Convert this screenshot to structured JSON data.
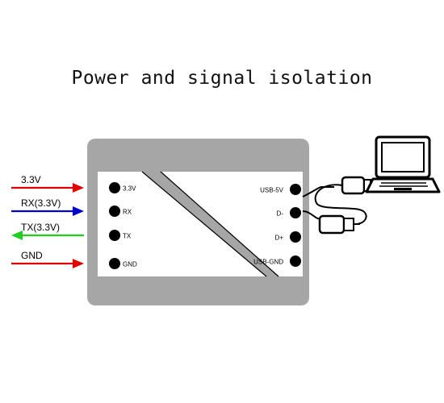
{
  "title": "Power and signal isolation",
  "signals_left": [
    {
      "label": "3.3V",
      "direction": "in",
      "color": "#e00000"
    },
    {
      "label": "RX(3.3V)",
      "direction": "in",
      "color": "#0000cc"
    },
    {
      "label": "TX(3.3V)",
      "direction": "out",
      "color": "#22cc22"
    },
    {
      "label": "GND",
      "direction": "in",
      "color": "#e00000"
    }
  ],
  "pins_left": [
    "3.3V",
    "RX",
    "TX",
    "GND"
  ],
  "pins_right": [
    "USB-5V",
    "D-",
    "D+",
    "USB-GND"
  ],
  "colors": {
    "device_body": "#a6a6a6",
    "panel": "#ffffff",
    "pin": "#000000",
    "cable": "#000000"
  },
  "icons": {
    "laptop": "laptop-icon",
    "usb_cable": "usb-cable-icon"
  }
}
